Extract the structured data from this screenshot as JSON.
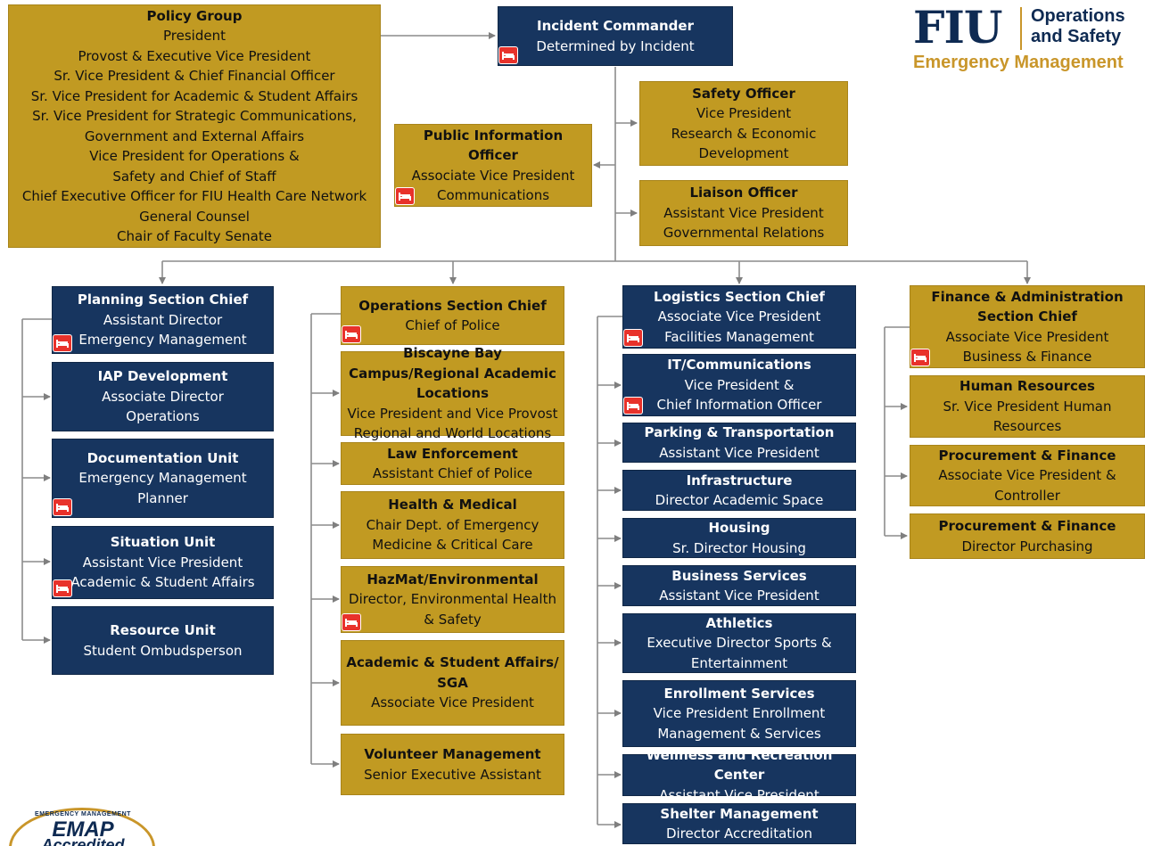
{
  "header": {
    "logo_letters": "FIU",
    "logo_line1": "Operations",
    "logo_line2": "and Safety",
    "logo_subtitle": "Emergency Management"
  },
  "badge": {
    "line1": "EMERGENCY MANAGEMENT",
    "line2": "EMAP",
    "line3": "Accredited"
  },
  "colors": {
    "gold": "#c19a22",
    "navy": "#17355f",
    "eoc_icon": "#e8322b",
    "brand_gold": "#c9962a"
  },
  "top": {
    "policy_group": {
      "title": "Policy Group",
      "lines": [
        "President",
        "Provost & Executive Vice President",
        "Sr. Vice President & Chief Financial Officer",
        "Sr. Vice President for Academic & Student Affairs",
        "Sr. Vice President for Strategic Communications,",
        "Government and External Affairs",
        "Vice President for Operations &",
        "Safety and Chief of Staff",
        "Chief Executive Officer for FIU Health Care Network",
        "General Counsel",
        "Chair of Faculty Senate"
      ]
    },
    "incident_commander": {
      "title": "Incident Commander",
      "lines": [
        "Determined by Incident"
      ]
    },
    "public_information_officer": {
      "title": "Public Information Officer",
      "lines": [
        "Associate Vice President",
        "Communications"
      ]
    },
    "safety_officer": {
      "title": "Safety Officer",
      "lines": [
        "Vice President",
        "Research & Economic",
        "Development"
      ]
    },
    "liaison_officer": {
      "title": "Liaison Officer",
      "lines": [
        "Assistant Vice President",
        "Governmental Relations"
      ]
    }
  },
  "planning": [
    {
      "title": "Planning Section Chief",
      "lines": [
        "Assistant Director",
        "Emergency Management"
      ]
    },
    {
      "title": "IAP  Development",
      "lines": [
        "Associate Director",
        "Operations"
      ]
    },
    {
      "title": "Documentation Unit",
      "lines": [
        "Emergency Management",
        "Planner"
      ]
    },
    {
      "title": "Situation Unit",
      "lines": [
        "Assistant Vice President",
        "Academic & Student Affairs"
      ]
    },
    {
      "title": "Resource Unit",
      "lines": [
        "Student Ombudsperson"
      ]
    }
  ],
  "operations": [
    {
      "title": "Operations Section Chief",
      "lines": [
        "Chief of Police"
      ]
    },
    {
      "title": "Biscayne Bay Campus/Regional Academic Locations",
      "lines": [
        "Vice President and Vice Provost",
        "Regional and World Locations"
      ]
    },
    {
      "title": "Law Enforcement",
      "lines": [
        "Assistant Chief of Police"
      ]
    },
    {
      "title": "Health & Medical",
      "lines": [
        "Chair Dept. of Emergency",
        "Medicine & Critical Care"
      ]
    },
    {
      "title": "HazMat/Environmental",
      "lines": [
        "Director, Environmental Health",
        "& Safety"
      ]
    },
    {
      "title": "Academic & Student Affairs/ SGA",
      "lines": [
        "Associate Vice President"
      ]
    },
    {
      "title": "Volunteer Management",
      "lines": [
        "Senior Executive Assistant"
      ]
    }
  ],
  "logistics": [
    {
      "title": "Logistics Section Chief",
      "lines": [
        "Associate Vice President",
        "Facilities Management"
      ]
    },
    {
      "title": "IT/Communications",
      "lines": [
        "Vice President &",
        "Chief Information Officer"
      ]
    },
    {
      "title": "Parking & Transportation",
      "lines": [
        "Assistant Vice President"
      ]
    },
    {
      "title": "Infrastructure",
      "lines": [
        "Director Academic Space"
      ]
    },
    {
      "title": "Housing",
      "lines": [
        "Sr. Director Housing"
      ]
    },
    {
      "title": "Business Services",
      "lines": [
        "Assistant Vice President"
      ]
    },
    {
      "title": "Athletics",
      "lines": [
        "Executive Director Sports &",
        "Entertainment"
      ]
    },
    {
      "title": "Enrollment Services",
      "lines": [
        "Vice President Enrollment",
        "Management & Services"
      ]
    },
    {
      "title": "Wellness and Recreation Center",
      "lines": [
        "Assistant Vice President"
      ]
    },
    {
      "title": "Shelter Management",
      "lines": [
        "Director Accreditation"
      ]
    }
  ],
  "finance": [
    {
      "title": "Finance & Administration Section Chief",
      "lines": [
        "Associate Vice President",
        "Business & Finance"
      ]
    },
    {
      "title": "Human Resources",
      "lines": [
        "Sr. Vice President Human",
        "Resources"
      ]
    },
    {
      "title": "Procurement & Finance",
      "lines": [
        "Associate Vice President &",
        "Controller"
      ]
    },
    {
      "title": "Procurement & Finance",
      "lines": [
        "Director Purchasing"
      ]
    }
  ]
}
